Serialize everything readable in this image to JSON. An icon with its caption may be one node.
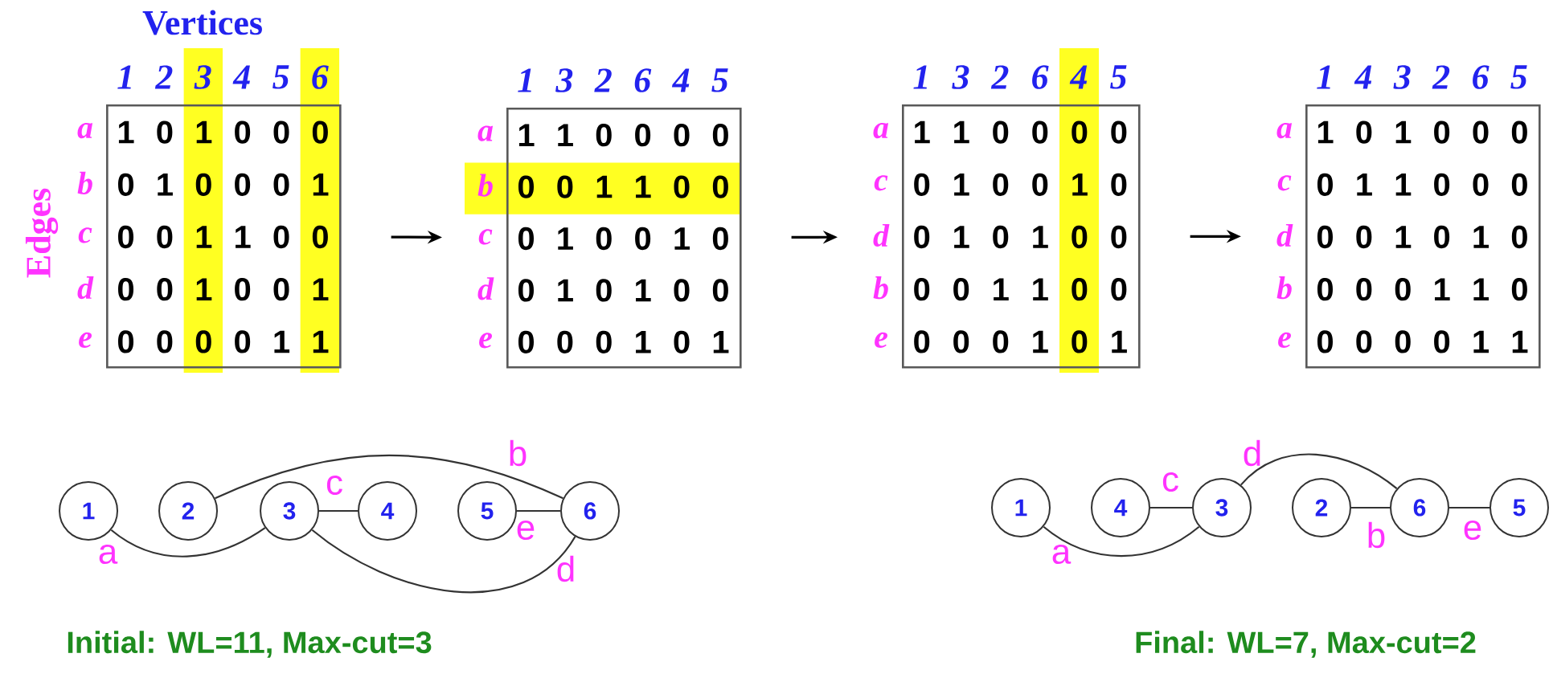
{
  "diagram": {
    "nodes": [
      {
        "text": [
          "1 0 1 0 0 0",
          "0 1 0 0 0 1",
          "0 0 1 1 0 0",
          "0 0 1 0 0 1",
          "0 0 0 0 1 1"
        ],
        "beside": [
          "1",
          "2",
          "3",
          "4",
          "5",
          "6",
          "a",
          "b",
          "c",
          "d",
          "e"
        ]
      },
      {
        "text": [
          "1 1 0 0 0 0",
          "0 0 1 1 0 0",
          "0 1 0 0 1 0",
          "0 1 0 1 0 0",
          "0 0 0 1 0 1"
        ],
        "beside": [
          "1",
          "3",
          "2",
          "6",
          "4",
          "5",
          "a",
          "b",
          "c",
          "d",
          "e"
        ]
      },
      {
        "text": [
          "1 1 0 0 0 0",
          "0 1 0 0 1 0",
          "0 1 0 1 0 0",
          "0 0 1 1 0 0",
          "0 0 0 1 0 1"
        ],
        "beside": [
          "1",
          "3",
          "2",
          "6",
          "4",
          "5",
          "a",
          "c",
          "d",
          "b",
          "e"
        ]
      },
      {
        "text": [
          "1 0 1 0 0 0",
          "0 1 1 0 0 0",
          "0 0 1 0 1 0",
          "0 0 0 1 1 0",
          "0 0 0 0 1 1"
        ],
        "beside": [
          "1",
          "4",
          "3",
          "2",
          "6",
          "5",
          "a",
          "c",
          "d",
          "b",
          "e"
        ]
      },
      {
        "text": [
          "1"
        ]
      },
      {
        "text": [
          "2"
        ]
      },
      {
        "text": [
          "3"
        ]
      },
      {
        "text": [
          "4"
        ]
      },
      {
        "text": [
          "5"
        ]
      },
      {
        "text": [
          "6"
        ]
      },
      {
        "text": [
          "1"
        ]
      },
      {
        "text": [
          "4"
        ]
      },
      {
        "text": [
          "3"
        ]
      },
      {
        "text": [
          "2"
        ]
      },
      {
        "text": [
          "6"
        ]
      },
      {
        "text": [
          "5"
        ]
      }
    ],
    "edges": [
      {
        "from": 0,
        "to": 1,
        "arrow": "to"
      },
      {
        "from": 1,
        "to": 2,
        "arrow": "to"
      },
      {
        "from": 2,
        "to": 3,
        "arrow": "to"
      },
      {
        "from": 4,
        "to": 6,
        "arrow": "none",
        "label": "a"
      },
      {
        "from": 5,
        "to": 9,
        "arrow": "none",
        "label": "b"
      },
      {
        "from": 6,
        "to": 7,
        "arrow": "none",
        "label": "c"
      },
      {
        "from": 6,
        "to": 9,
        "arrow": "none",
        "label": "d"
      },
      {
        "from": 8,
        "to": 9,
        "arrow": "none",
        "label": "e"
      },
      {
        "from": 10,
        "to": 12,
        "arrow": "none",
        "label": "a"
      },
      {
        "from": 11,
        "to": 12,
        "arrow": "none",
        "label": "c"
      },
      {
        "from": 12,
        "to": 14,
        "arrow": "none",
        "label": "d"
      },
      {
        "from": 13,
        "to": 14,
        "arrow": "none",
        "label": "b"
      },
      {
        "from": 14,
        "to": 15,
        "arrow": "none",
        "label": "e"
      }
    ],
    "labels": [
      "Vertices",
      "Edges",
      "Initial: WL=11, Max-cut=3",
      "Final: WL=7, Max-cut=2"
    ]
  }
}
